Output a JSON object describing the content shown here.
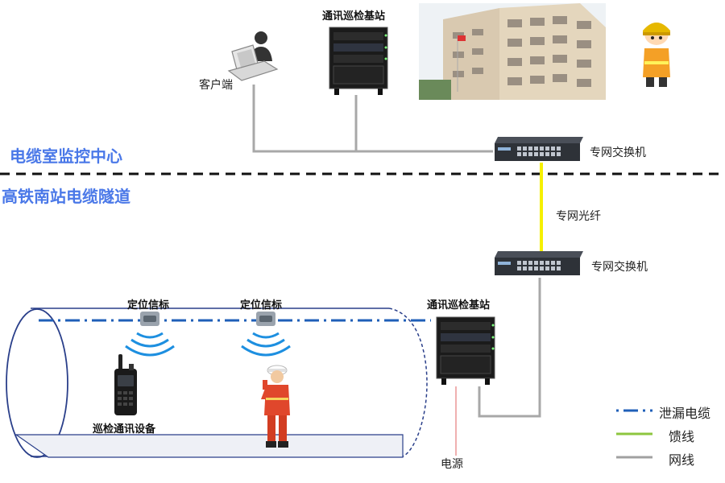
{
  "sections": {
    "control_center": "电缆室监控中心",
    "tunnel": "高铁南站电缆隧道"
  },
  "labels": {
    "client": "客户端",
    "base_station_top": "通讯巡检基站",
    "switch_top": "专网交换机",
    "fiber": "专网光纤",
    "switch_bottom": "专网交换机",
    "beacon_left": "定位信标",
    "beacon_right": "定位信标",
    "base_station_bottom": "通讯巡检基站",
    "patrol_device": "巡检通讯设备",
    "power": "电源"
  },
  "legend": [
    {
      "label": "泄漏电缆",
      "color": "#1f5fb8",
      "style": "dash-dot"
    },
    {
      "label": "馈线",
      "color": "#8dc63f",
      "style": "solid"
    },
    {
      "label": "网线",
      "color": "#a0a0a0",
      "style": "solid"
    }
  ],
  "colors": {
    "network_line": "#a8a8a8",
    "fiber": "#f5f000",
    "leaky_cable": "#1f5fb8",
    "power_line": "#f0b0b0",
    "section_text": "#4a78e8",
    "tunnel_outline": "#2a3f8a"
  }
}
